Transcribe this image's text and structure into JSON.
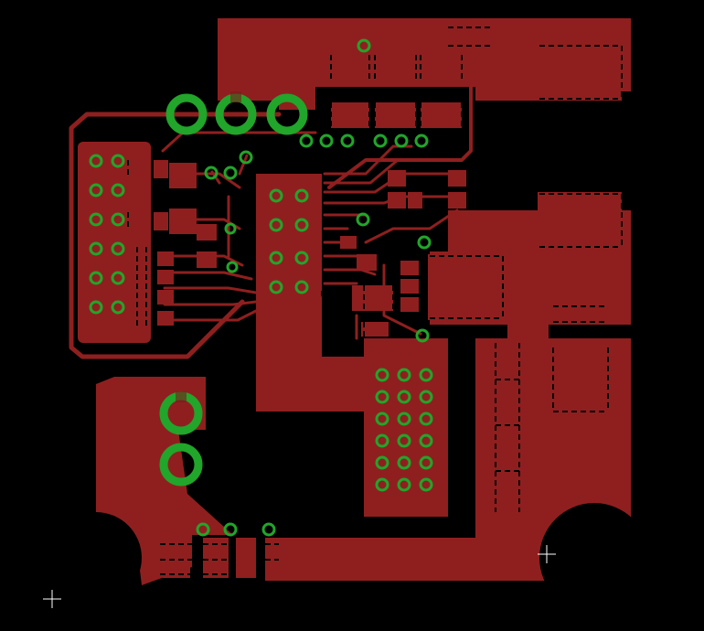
{
  "view": {
    "title": "",
    "colors": {
      "background": "#000000",
      "copper": "#8f1f1f",
      "copper_dark": "#6f1818",
      "via": "#21a52a",
      "gap": "#000000",
      "marker": "#ffffff"
    }
  },
  "layers": {
    "copper": "top-copper",
    "vias": "drill-holes",
    "markers": "origin-crosshairs"
  }
}
